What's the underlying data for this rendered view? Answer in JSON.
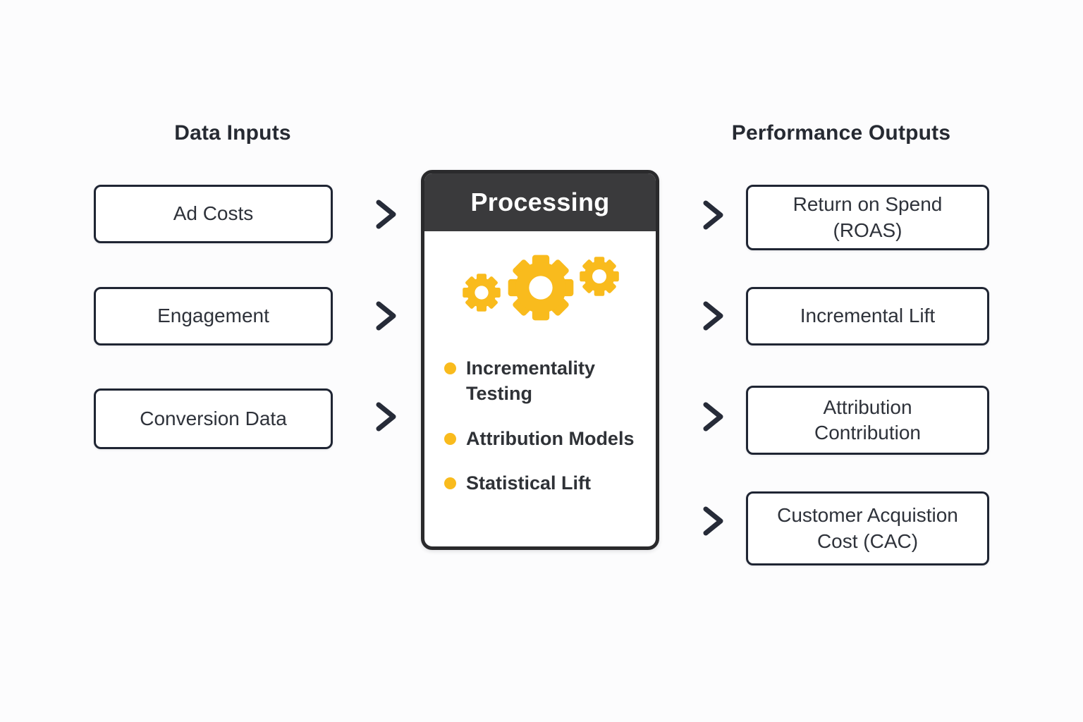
{
  "headings": {
    "inputs": "Data Inputs",
    "outputs": "Performance Outputs"
  },
  "inputs": [
    {
      "label": "Ad Costs"
    },
    {
      "label": "Engagement"
    },
    {
      "label": "Conversion Data"
    }
  ],
  "processing": {
    "title": "Processing",
    "icon": "gears-icon",
    "items": [
      "Incrementality Testing",
      "Attribution Models",
      "Statistical Lift"
    ]
  },
  "outputs": [
    {
      "label": "Return on Spend (ROAS)"
    },
    {
      "label": "Incremental Lift"
    },
    {
      "label": "Attribution Contribution"
    },
    {
      "label": "Customer Acquistion Cost (CAC)"
    }
  ],
  "colors": {
    "accent_yellow": "#f9bb1d",
    "node_border": "#1f2533",
    "card_border": "#2a2a2c",
    "card_header_bg": "#3a3a3c",
    "arrow_head": "#262b38",
    "arrow_tail": "#b0b3ba",
    "text_dark": "#2e323a",
    "background": "#fcfcfd"
  }
}
